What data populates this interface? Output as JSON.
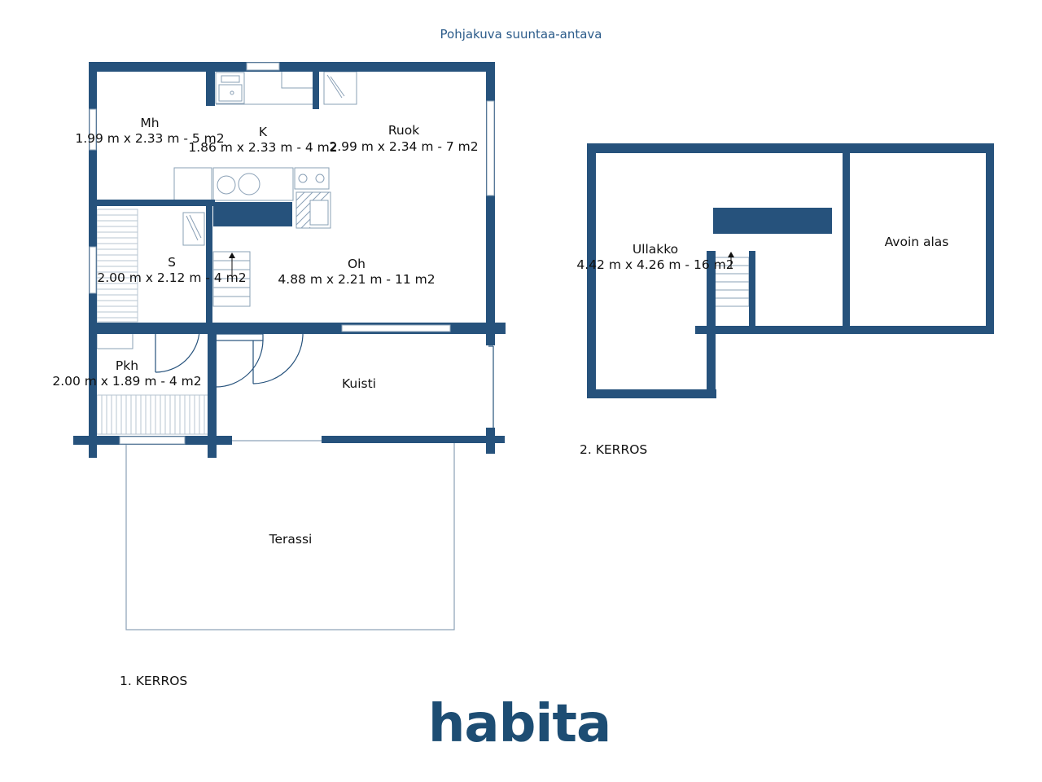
{
  "title": "Pohjakuva suuntaa-antava",
  "colors": {
    "wall": "#26527c",
    "line": "#8aa0b6",
    "logo": "#1d4d73"
  },
  "floor1": {
    "label": "1. KERROS",
    "rooms": {
      "mh": {
        "name": "Mh",
        "dims": "1.99 m x 2.33 m - 5 m2"
      },
      "k": {
        "name": "K",
        "dims": "1.86 m x 2.33 m - 4 m2"
      },
      "ruok": {
        "name": "Ruok",
        "dims": "2.99 m x 2.34 m - 7 m2"
      },
      "s": {
        "name": "S",
        "dims": "2.00 m x 2.12 m - 4 m2"
      },
      "oh": {
        "name": "Oh",
        "dims": "4.88 m x 2.21 m - 11 m2"
      },
      "pkh": {
        "name": "Pkh",
        "dims": "2.00 m x 1.89 m - 4 m2"
      },
      "kuisti": {
        "name": "Kuisti"
      },
      "terassi": {
        "name": "Terassi"
      }
    }
  },
  "floor2": {
    "label": "2. KERROS",
    "rooms": {
      "ullakko": {
        "name": "Ullakko",
        "dims": "4.42 m x 4.26 m - 16 m2"
      },
      "avoin": {
        "name": "Avoin alas"
      }
    }
  },
  "logo": {
    "text": "habita"
  }
}
